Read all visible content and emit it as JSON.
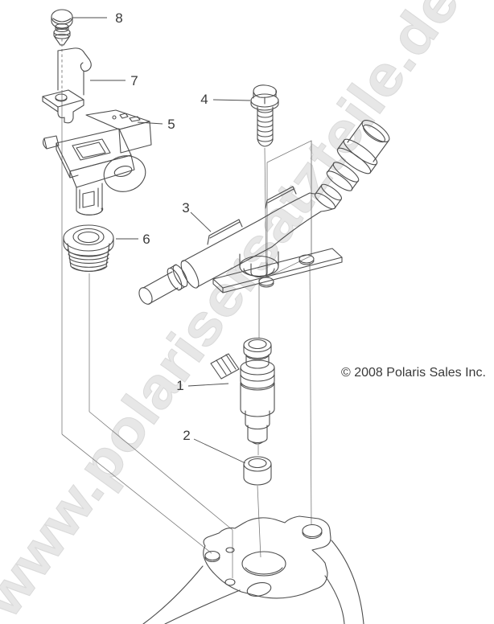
{
  "diagram": {
    "watermark_text": "www.polarisersatzteile.de",
    "copyright_text": "© 2008 Polaris Sales Inc.",
    "callouts": [
      {
        "number": "1"
      },
      {
        "number": "2"
      },
      {
        "number": "3"
      },
      {
        "number": "4"
      },
      {
        "number": "5"
      },
      {
        "number": "6"
      },
      {
        "number": "7"
      },
      {
        "number": "8"
      }
    ],
    "colors": {
      "background": "#ffffff",
      "line_art": "#4d4d4d",
      "callout_text": "#3a3a3a",
      "watermark_fill": "#e7e7e7",
      "watermark_outline": "#dadada"
    }
  }
}
